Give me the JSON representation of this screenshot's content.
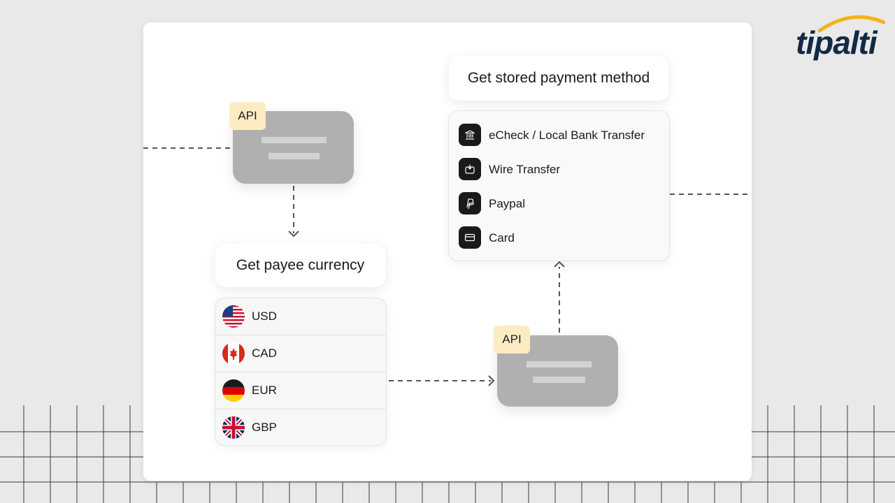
{
  "brand": {
    "logo_text": "tipalti",
    "logo_color": "#122a44",
    "arc_color": "#f5b21b"
  },
  "api_tag_label": "API",
  "currency_step": {
    "title": "Get payee currency",
    "currencies": [
      {
        "code": "USD",
        "flag": "us-flag-icon"
      },
      {
        "code": "CAD",
        "flag": "ca-flag-icon"
      },
      {
        "code": "EUR",
        "flag": "de-flag-icon"
      },
      {
        "code": "GBP",
        "flag": "gb-flag-icon"
      }
    ]
  },
  "payment_step": {
    "title": "Get stored payment method",
    "methods": [
      {
        "label": "eCheck / Local Bank Transfer",
        "icon": "bank-icon"
      },
      {
        "label": "Wire Transfer",
        "icon": "wire-icon"
      },
      {
        "label": "Paypal",
        "icon": "paypal-icon"
      },
      {
        "label": "Card",
        "icon": "card-icon"
      }
    ]
  },
  "colors": {
    "api_tag": "#fdecc3",
    "api_block": "#b0b0b0",
    "connector": "#555555"
  }
}
